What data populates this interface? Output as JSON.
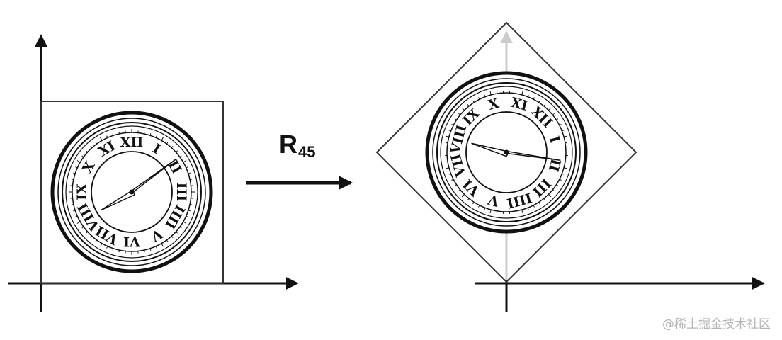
{
  "operation": {
    "letter": "R",
    "subscript": "45",
    "rotation_degrees": 45
  },
  "watermark": "@稀土掘金技术社区",
  "colors": {
    "ink": "#111111",
    "axis_ghost": "#cccccc",
    "watermark": "#b4b4b4"
  },
  "icons": {
    "clock_face": "roman-numeral-clock-icon",
    "transform_arrow": "right-arrow-icon"
  }
}
